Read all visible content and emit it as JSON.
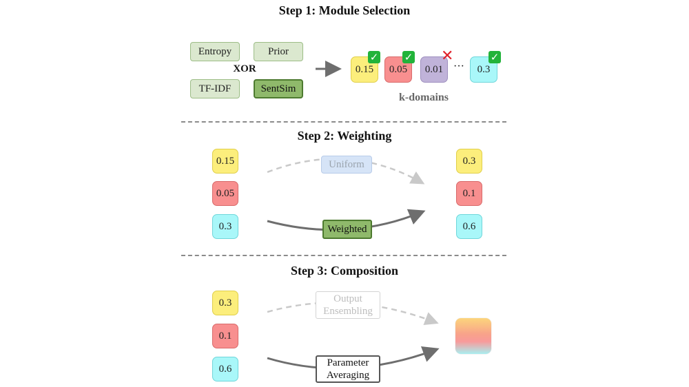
{
  "step1": {
    "title": "Step 1: Module Selection",
    "modules": [
      "Entropy",
      "Prior",
      "TF-IDF",
      "SentSim"
    ],
    "operator": "XOR",
    "domains": [
      {
        "value": "0.15",
        "color": "yellow",
        "status": "selected"
      },
      {
        "value": "0.05",
        "color": "red",
        "status": "selected"
      },
      {
        "value": "0.01",
        "color": "purple",
        "status": "rejected"
      },
      {
        "value": "0.3",
        "color": "cyan",
        "status": "selected"
      }
    ],
    "ellipsis": "···",
    "domains_label": "k-domains"
  },
  "step2": {
    "title": "Step 2: Weighting",
    "inputs": [
      "0.15",
      "0.05",
      "0.3"
    ],
    "outputs": [
      "0.3",
      "0.1",
      "0.6"
    ],
    "faded_option": "Uniform",
    "active_option": "Weighted"
  },
  "step3": {
    "title": "Step 3: Composition",
    "inputs": [
      "0.3",
      "0.1",
      "0.6"
    ],
    "faded_option": [
      "Output",
      "Ensembling"
    ],
    "active_option": [
      "Parameter",
      "Averaging"
    ]
  },
  "colors": {
    "yellow": "#fcee7c",
    "red": "#f88f8f",
    "purple": "#c0b3d9",
    "cyan": "#a9f7f9",
    "module_fill": "#dbe8cf",
    "module_selected": "#8fb96b",
    "check": "#22b33a",
    "cross": "#e0202a",
    "uniform_fill": "#d6e4f7"
  }
}
